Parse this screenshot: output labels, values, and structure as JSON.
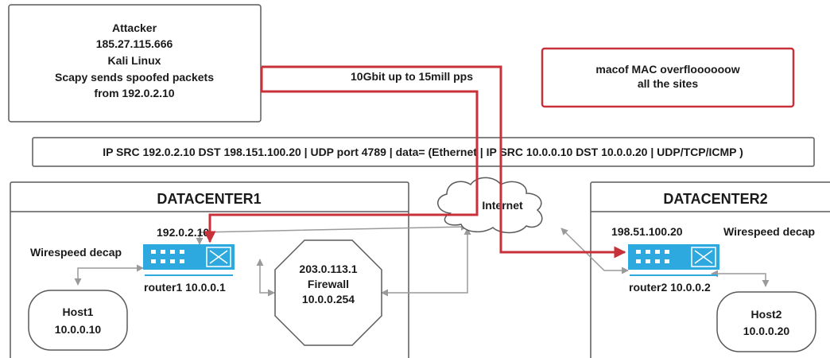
{
  "colors": {
    "attack_path": "#c8303a",
    "router": "#2ea9df",
    "link": "#9a9a9a",
    "border": "#5a5a5a"
  },
  "icons": [
    "router-switch-icon",
    "cloud-icon",
    "octagon-firewall-icon"
  ],
  "attacker": {
    "lines": [
      "Attacker",
      "185.27.115.666",
      "Kali Linux",
      "Scapy sends spoofed packets",
      "from 192.0.2.10"
    ]
  },
  "note": {
    "lines": [
      "macof MAC overfloooooow",
      "all the sites"
    ]
  },
  "traffic_label": "10Gbit up to 15mill pps",
  "packet_format": "IP SRC 192.0.2.10 DST 198.151.100.20 | UDP port 4789 | data= (Ethernet | IP SRC 10.0.0.10 DST 10.0.0.20 | UDP/TCP/ICMP )",
  "internet": {
    "label": "Internet"
  },
  "datacenter1": {
    "title": "DATACENTER1",
    "router_ip": "192.0.2.10",
    "decap_label": "Wirespeed decap",
    "router_label": "router1 10.0.0.1",
    "firewall_lines": [
      "203.0.113.1",
      "Firewall",
      "10.0.0.254"
    ],
    "host_lines": [
      "Host1",
      "10.0.0.10"
    ]
  },
  "datacenter2": {
    "title": "DATACENTER2",
    "router_ip": "198.51.100.20",
    "decap_label": "Wirespeed decap",
    "router_label": "router2 10.0.0.2",
    "host_lines": [
      "Host2",
      "10.0.0.20"
    ]
  }
}
